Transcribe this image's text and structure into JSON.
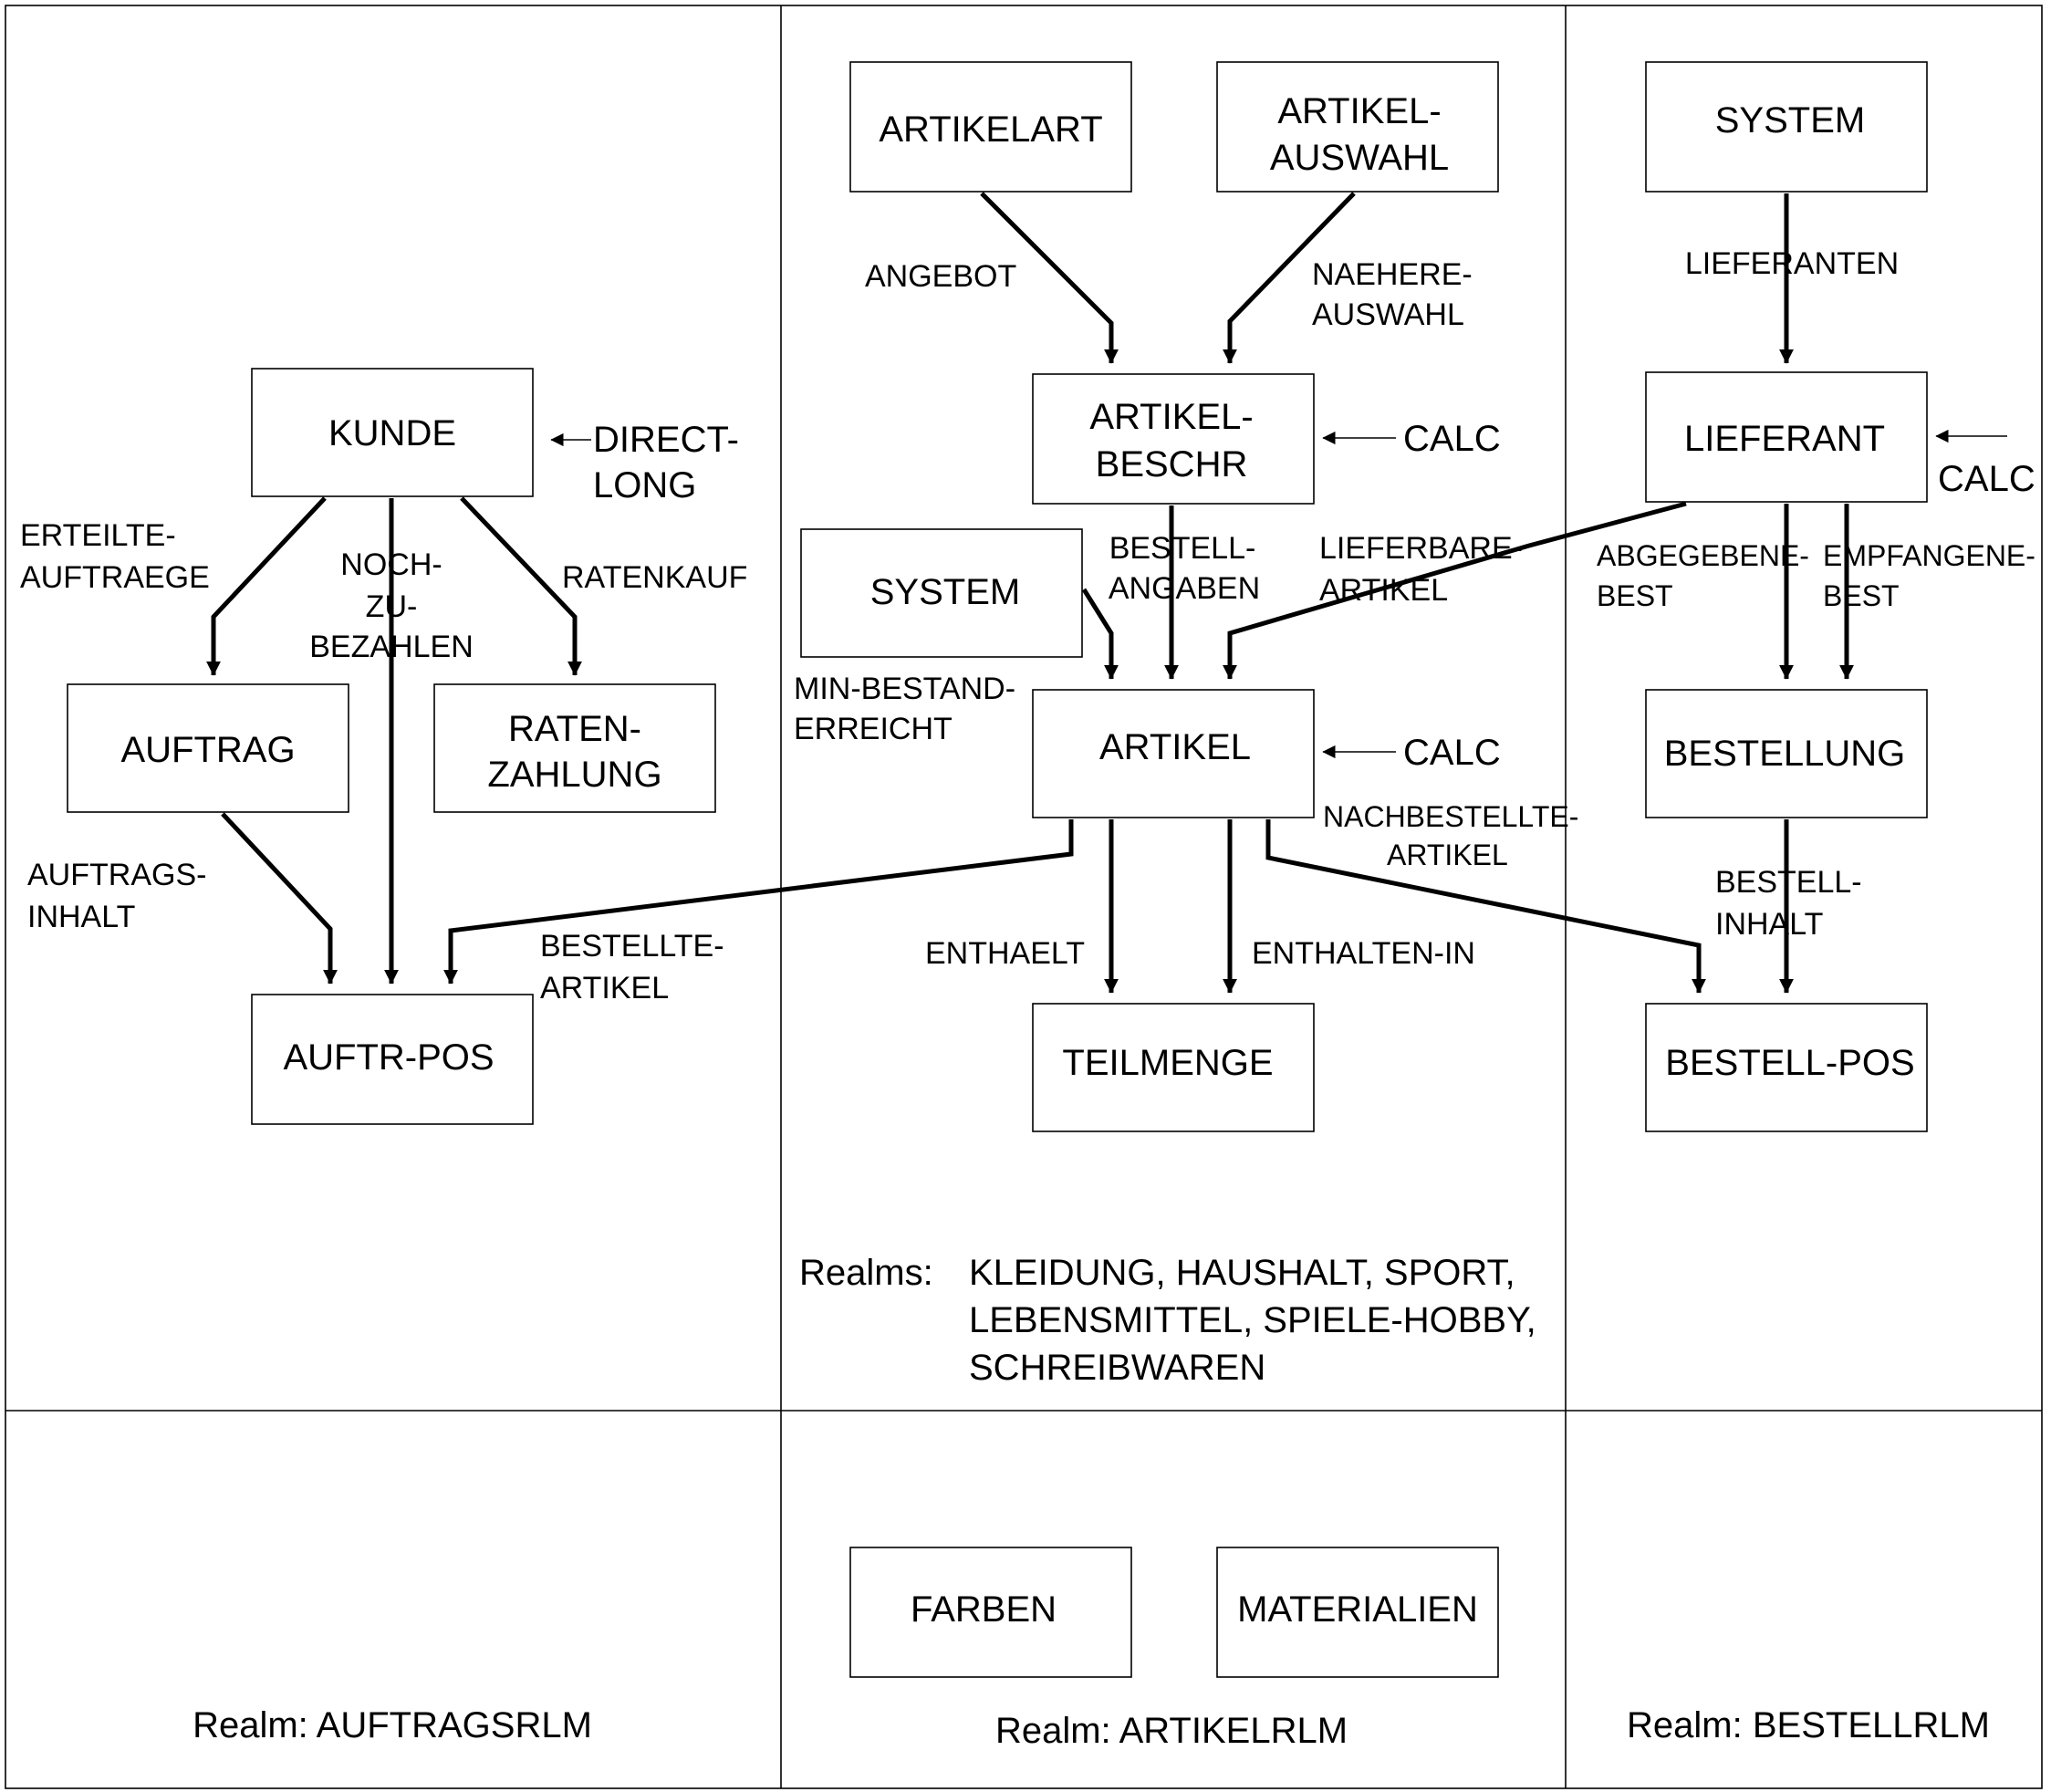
{
  "records": {
    "kunde": "KUNDE",
    "auftrag": "AUFTRAG",
    "raten_zahlung": [
      "RATEN-",
      "ZAHLUNG"
    ],
    "auftr_pos": "AUFTR-POS",
    "artikelart": "ARTIKELART",
    "artikel_auswahl": [
      "ARTIKEL-",
      "AUSWAHL"
    ],
    "artikel_beschr": [
      "ARTIKEL-",
      "BESCHR"
    ],
    "system_mid": "SYSTEM",
    "artikel": "ARTIKEL",
    "teilmenge": "TEILMENGE",
    "farben": "FARBEN",
    "materialien": "MATERIALIEN",
    "system_right": "SYSTEM",
    "lieferant": "LIEFERANT",
    "bestellung": "BESTELLUNG",
    "bestell_pos": "BESTELL-POS"
  },
  "sets": {
    "erteilte_auftraege": [
      "ERTEILTE-",
      "AUFTRAEGE"
    ],
    "noch_zu_bezahlen": [
      "NOCH-",
      "ZU-",
      "BEZAHLEN"
    ],
    "ratenkauf": "RATENKAUF",
    "auftrags_inhalt": [
      "AUFTRAGS-",
      "INHALT"
    ],
    "bestellte_artikel": [
      "BESTELLTE-",
      "ARTIKEL"
    ],
    "angebot": "ANGEBOT",
    "naehere_auswahl": [
      "NAEHERE-",
      "AUSWAHL"
    ],
    "bestell_angaben": [
      "BESTELL-",
      "ANGABEN"
    ],
    "lieferbare_artikel": [
      "LIEFERBARE-",
      "ARTIKEL"
    ],
    "min_bestand_erreicht": [
      "MIN-BESTAND-",
      "ERREICHT"
    ],
    "nachbestellte_artikel": [
      "NACHBESTELLTE-",
      "ARTIKEL"
    ],
    "enthaelt": "ENTHAELT",
    "enthalten_in": "ENTHALTEN-IN",
    "lieferanten": "LIEFERANTEN",
    "abgegebene_best": [
      "ABGEGEBENE-",
      "BEST"
    ],
    "empfangene_best": [
      "EMPFANGENE-",
      "BEST"
    ],
    "bestell_inhalt": [
      "BESTELL-",
      "INHALT"
    ]
  },
  "location_modes": {
    "direct_long": [
      "DIRECT-",
      "LONG"
    ],
    "calc": "CALC"
  },
  "realms": {
    "label": "Realms:",
    "list": [
      "KLEIDUNG, HAUSHALT, SPORT,",
      "LEBENSMITTEL, SPIELE-HOBBY,",
      "SCHREIBWAREN"
    ],
    "auftrag": "Realm: AUFTRAGSRLM",
    "artikel": "Realm: ARTIKELRLM",
    "bestell": "Realm: BESTELLRLM"
  }
}
